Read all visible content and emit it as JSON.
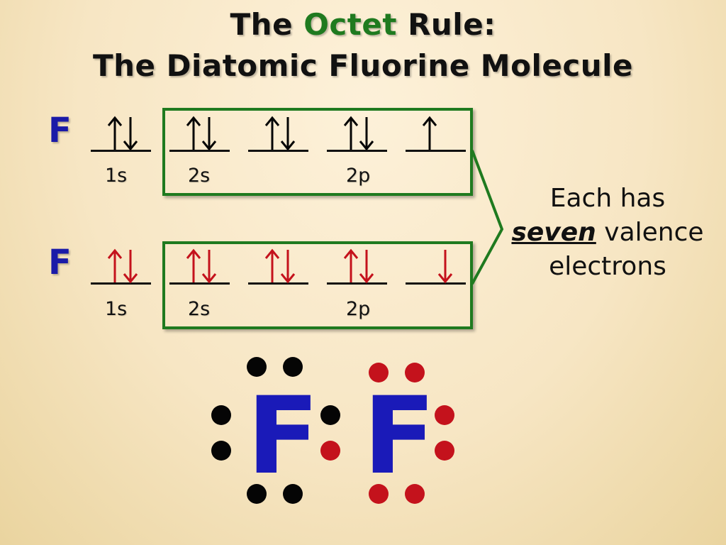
{
  "title": {
    "line1_prefix": "The",
    "line1_highlight": "Octet",
    "line1_suffix": "Rule:",
    "line2": "The Diatomic Fluorine Molecule"
  },
  "colors": {
    "highlight_green": "#1f7a1f",
    "element_blue": "#1a1aa8",
    "electron_red": "#c4121c",
    "electron_black": "#050505"
  },
  "atom1": {
    "symbol": "F",
    "labels": {
      "s1": "1s",
      "s2": "2s",
      "p2": "2p"
    },
    "orbitals": [
      "up-down",
      "up-down",
      "up-down",
      "up-down",
      "up"
    ],
    "electron_color": "black"
  },
  "atom2": {
    "symbol": "F",
    "labels": {
      "s1": "1s",
      "s2": "2s",
      "p2": "2p"
    },
    "orbitals": [
      "up-down",
      "up-down",
      "up-down",
      "up-down",
      "down"
    ],
    "electron_color": "red"
  },
  "callout": {
    "line1": "Each has",
    "emph": "seven",
    "line2_rest": "valence",
    "line3": "electrons"
  },
  "lewis": {
    "left_symbol": "F",
    "right_symbol": "F"
  }
}
